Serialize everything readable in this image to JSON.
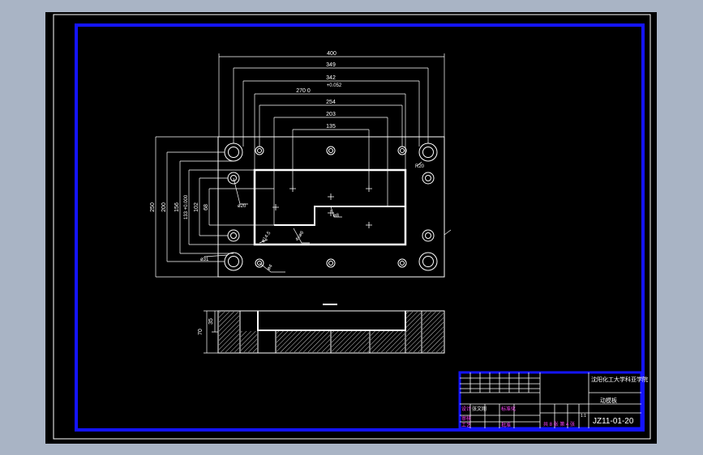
{
  "drawing": {
    "colors": {
      "background": "#a9b4c5",
      "sheet": "#000000",
      "frame": "#1414ff",
      "lines": "#ffffff",
      "title_block_text": "#ff44ff"
    },
    "dimensions": {
      "top": [
        "400",
        "349",
        "342",
        "+0.052",
        "270 0",
        "254",
        "203",
        "135"
      ],
      "left": [
        "250",
        "200",
        "156",
        "133 +0.000",
        "102",
        "68"
      ],
      "callouts": [
        "ø20",
        "ø8",
        "ø14.5",
        "ø31",
        "4xø6",
        "ø4",
        "R20"
      ],
      "section": [
        "70",
        "35"
      ]
    },
    "title_block": {
      "school": "沈阳化工大学科亚学院",
      "part_name": "动模板",
      "drawing_number": "JZ11-01-20",
      "scale": "1:1",
      "sheet_info": "共 8 张 第 4 张",
      "row_labels": [
        "设计",
        "审核",
        "工艺",
        "标准化",
        "批准"
      ],
      "designer": "张文刚"
    }
  }
}
